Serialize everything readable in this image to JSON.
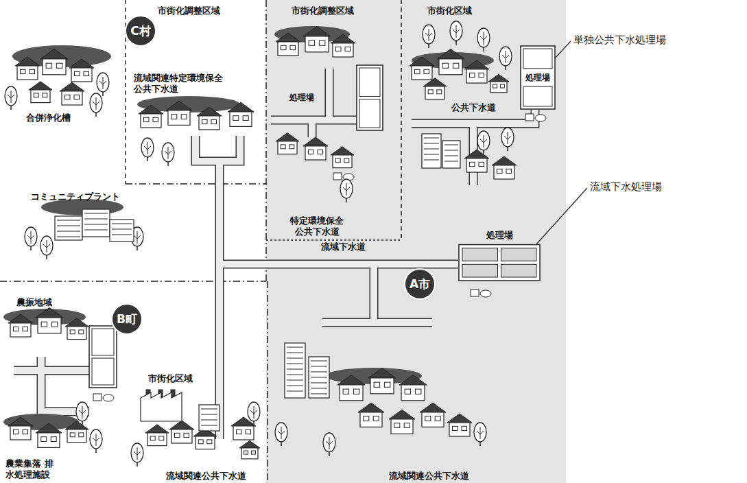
{
  "diagram": {
    "nodes": [
      {
        "text": [
          "C村"
        ]
      },
      {
        "text": [
          "処理場"
        ]
      },
      {
        "text": [
          "処理場"
        ]
      },
      {
        "text": [
          "A市"
        ]
      },
      {
        "text": [
          "B町"
        ]
      }
    ],
    "labels": [
      "市街化調整区域",
      "流域関連特定環境保全 公共下水道",
      "合併浄化槽",
      "コミュニティプラント",
      "市街化調整区域",
      "処理場",
      "特定環境保全 公共下水道",
      "市街化区域",
      "公共下水道",
      "農振地域",
      "市街化区域",
      "流域下水道",
      "流域関連公共下水道",
      "流域関連公共下水道",
      "農業集落 排水処理施設",
      "単独公共下水処理場",
      "流域下水処理場"
    ]
  }
}
